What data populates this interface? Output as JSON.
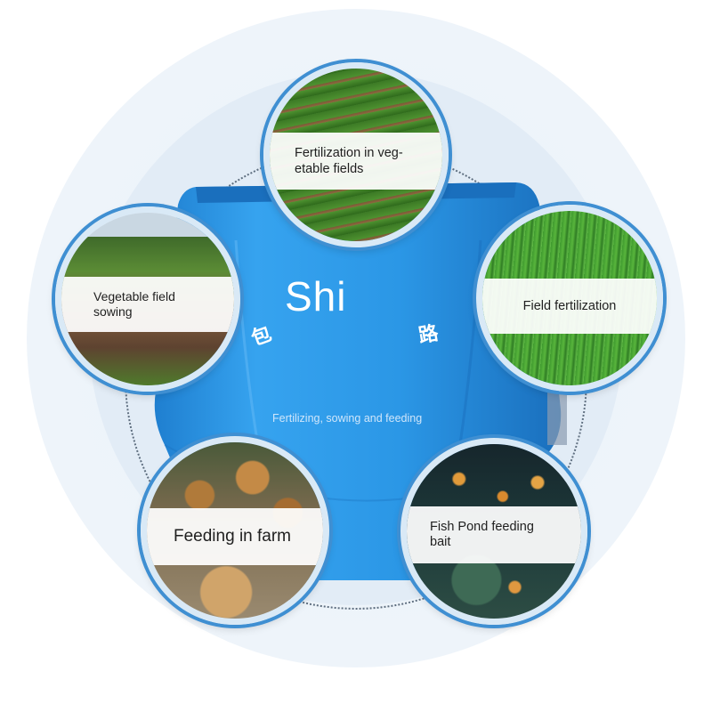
{
  "product": {
    "brand_text": "Shi",
    "caption": "Fertilizing, sowing and feeding",
    "glyph_left": "包",
    "glyph_right": "路",
    "body_color": "#2f9be8"
  },
  "applications": [
    {
      "label": "Fertilization in veg-\netable fields",
      "icon": "vegetable-field-photo"
    },
    {
      "label": "Vegetable field\nsowing",
      "icon": "sowing-field-photo"
    },
    {
      "label": "Field fertilization",
      "icon": "wheat-field-photo"
    },
    {
      "label": "Feeding in farm",
      "icon": "chicken-farm-photo"
    },
    {
      "label": "Fish Pond feeding\nbait",
      "icon": "fish-pond-photo"
    }
  ],
  "colors": {
    "ring_blue": "#3f8fd2",
    "halo": "#e2ecf6"
  }
}
